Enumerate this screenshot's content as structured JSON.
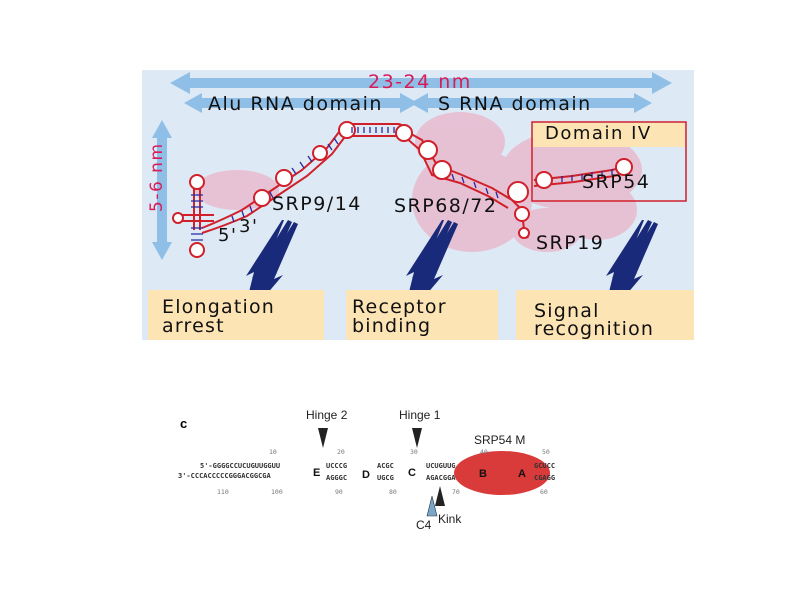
{
  "top_panel": {
    "length_label": "23-24 nm",
    "alu_domain_label": "Alu RNA domain",
    "s_domain_label": "S RNA domain",
    "height_label": "5-6 nm",
    "domain_iv_label": "Domain IV",
    "srp54_label": "SRP54",
    "srp914_label": "SRP9/14",
    "srp6872_label": "SRP68/72",
    "srp19_label": "SRP19",
    "five_prime": "5'",
    "three_prime": "3'",
    "functions": [
      {
        "line1": "Elongation",
        "line2": "arrest"
      },
      {
        "line1": "Receptor",
        "line2": "binding"
      },
      {
        "line1": "Signal",
        "line2": "recognition"
      }
    ],
    "colors": {
      "background": "#dde9f5",
      "arrow_blue": "#8fbfe6",
      "rna_red": "#d0202a",
      "protein_pink": "#e9b3c8",
      "box_fill": "#fde4b4",
      "pointer_navy": "#1a2a7a"
    }
  },
  "bottom_panel": {
    "panel_letter": "c",
    "hinge2": "Hinge 2",
    "hinge1": "Hinge 1",
    "srp54m": "SRP54 M",
    "c4": "C4",
    "kink": "Kink",
    "seq_top": "5'-GGGGCCUCUGUUGGUU",
    "seq_bottom": "3'-CCCACCCCCGGGACGGCGA",
    "helix_letters": [
      "E",
      "D",
      "C",
      "B",
      "A"
    ],
    "stem_top": [
      "UCCCG",
      "ACGC",
      "UCUGUUG",
      "GCUCC"
    ],
    "stem_bottom": [
      "AGGGC",
      "UGCG",
      "AGACGGA",
      "CGAGG"
    ],
    "numbers": [
      "10",
      "20",
      "30",
      "40",
      "50",
      "60",
      "70",
      "80",
      "90",
      "110",
      "100"
    ],
    "colors": {
      "oval": "#d93a3a",
      "c4_arrow": "#7aa6cc"
    }
  }
}
